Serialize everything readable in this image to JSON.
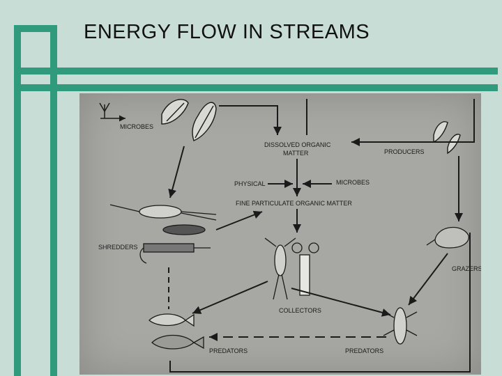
{
  "slide": {
    "title": "ENERGY FLOW IN STREAMS"
  },
  "diagram": {
    "labels": {
      "microbes_left": "MICROBES",
      "dissolved_organic_1": "DISSOLVED ORGANIC",
      "dissolved_organic_2": "MATTER",
      "producers": "PRODUCERS",
      "physical": "PHYSICAL",
      "microbes_right": "MICROBES",
      "fpom": "FINE PARTICULATE ORGANIC MATTER",
      "shredders": "SHREDDERS",
      "grazers": "GRAZERS",
      "collectors": "COLLECTORS",
      "predators_left": "PREDATORS",
      "predators_right": "PREDATORS"
    }
  },
  "colors": {
    "accent": "#2f9b7c",
    "background": "#c8ddd6",
    "photo": "#a7a7a3"
  }
}
